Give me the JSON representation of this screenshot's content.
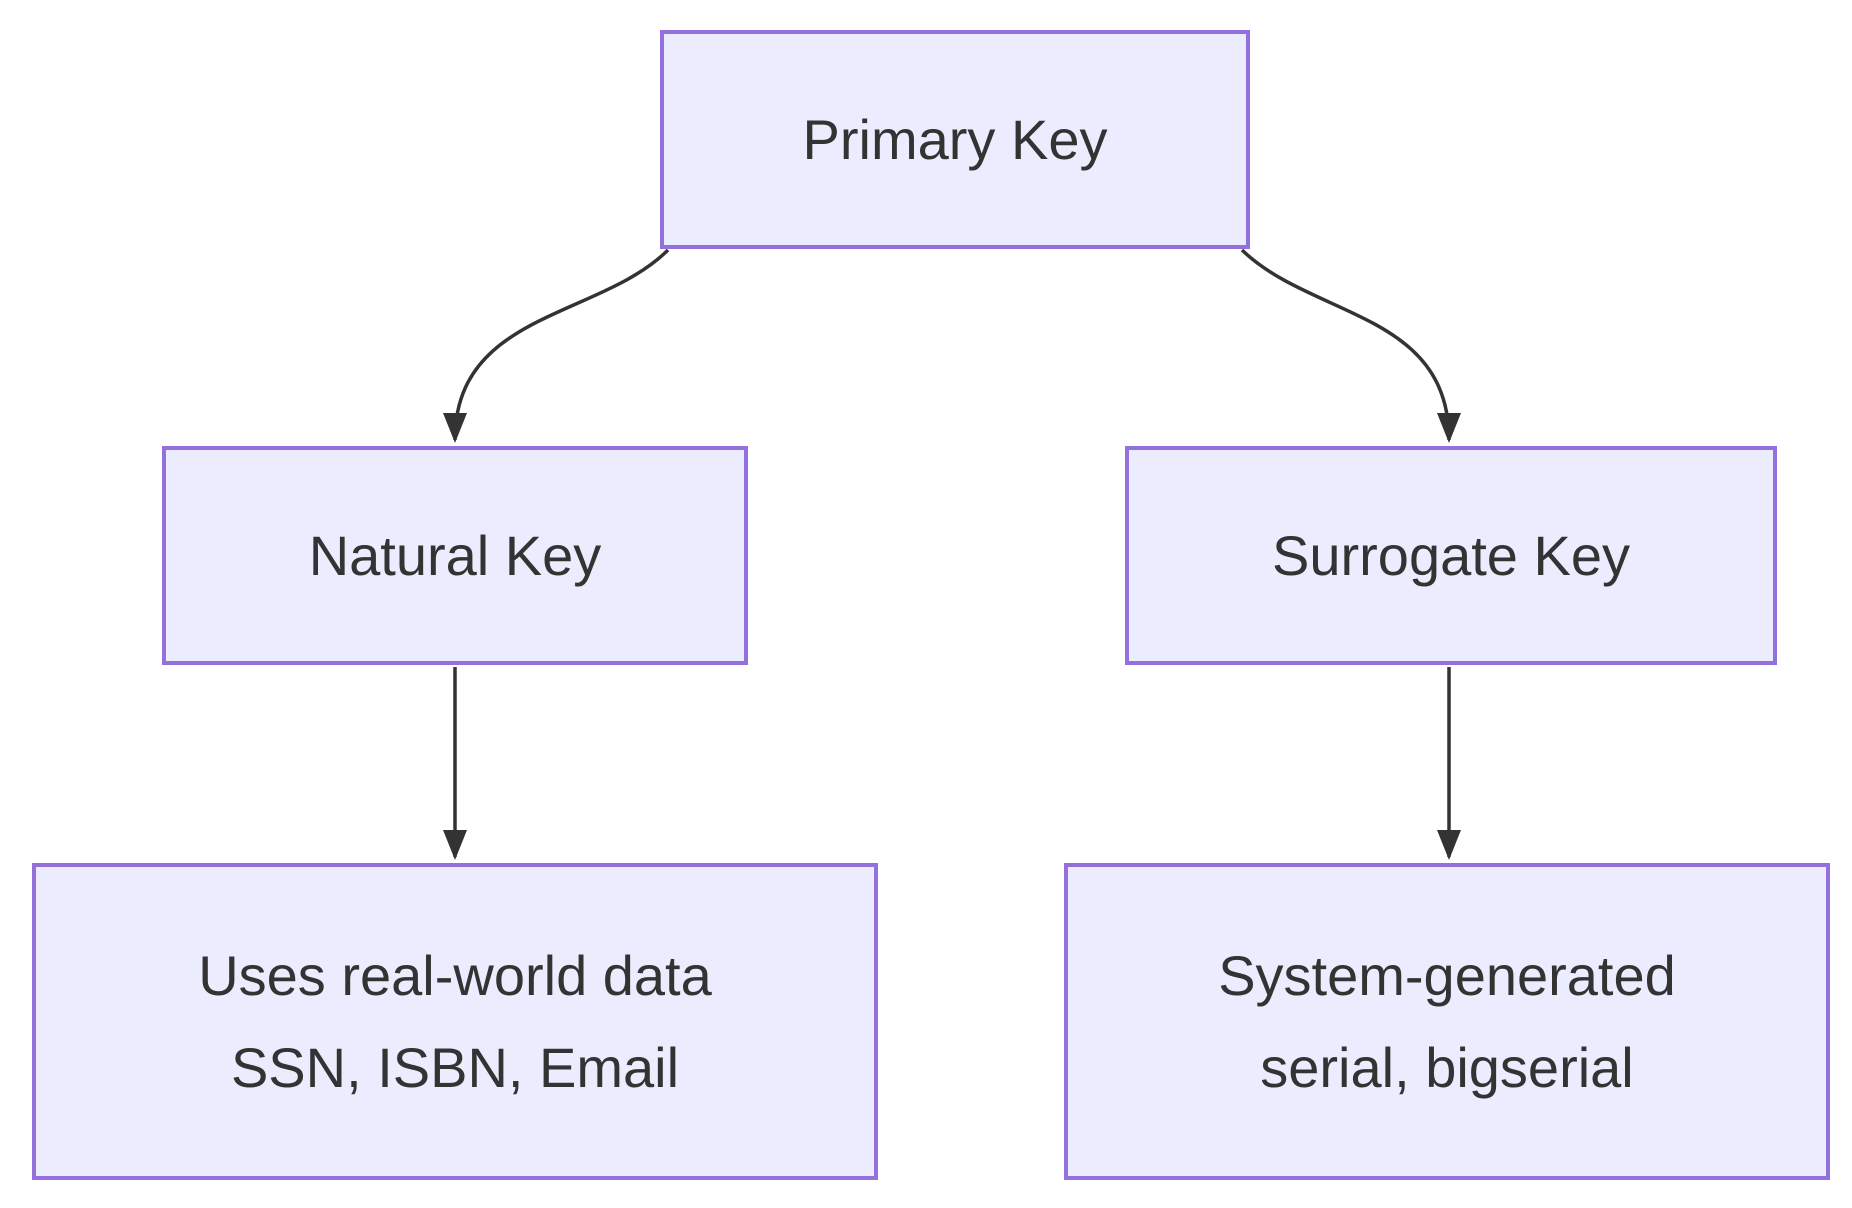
{
  "diagram": {
    "type": "flowchart-top-down",
    "background_color": "#ffffff",
    "node_fill_color": "#ECECFF",
    "node_border_color": "#9370DB",
    "text_color": "#333333",
    "edge_color": "#333333",
    "nodes": {
      "primary_key": {
        "label": "Primary Key"
      },
      "natural_key": {
        "label": "Natural Key"
      },
      "surrogate_key": {
        "label": "Surrogate Key"
      },
      "natural_key_detail": {
        "line1": "Uses real-world data",
        "line2": "SSN, ISBN, Email"
      },
      "surrogate_key_detail": {
        "line1": "System-generated",
        "line2": "serial, bigserial"
      }
    },
    "edges": [
      {
        "from": "Primary Key",
        "to": "Natural Key"
      },
      {
        "from": "Primary Key",
        "to": "Surrogate Key"
      },
      {
        "from": "Natural Key",
        "to": "Uses real-world data SSN, ISBN, Email"
      },
      {
        "from": "Surrogate Key",
        "to": "System-generated serial, bigserial"
      }
    ]
  }
}
